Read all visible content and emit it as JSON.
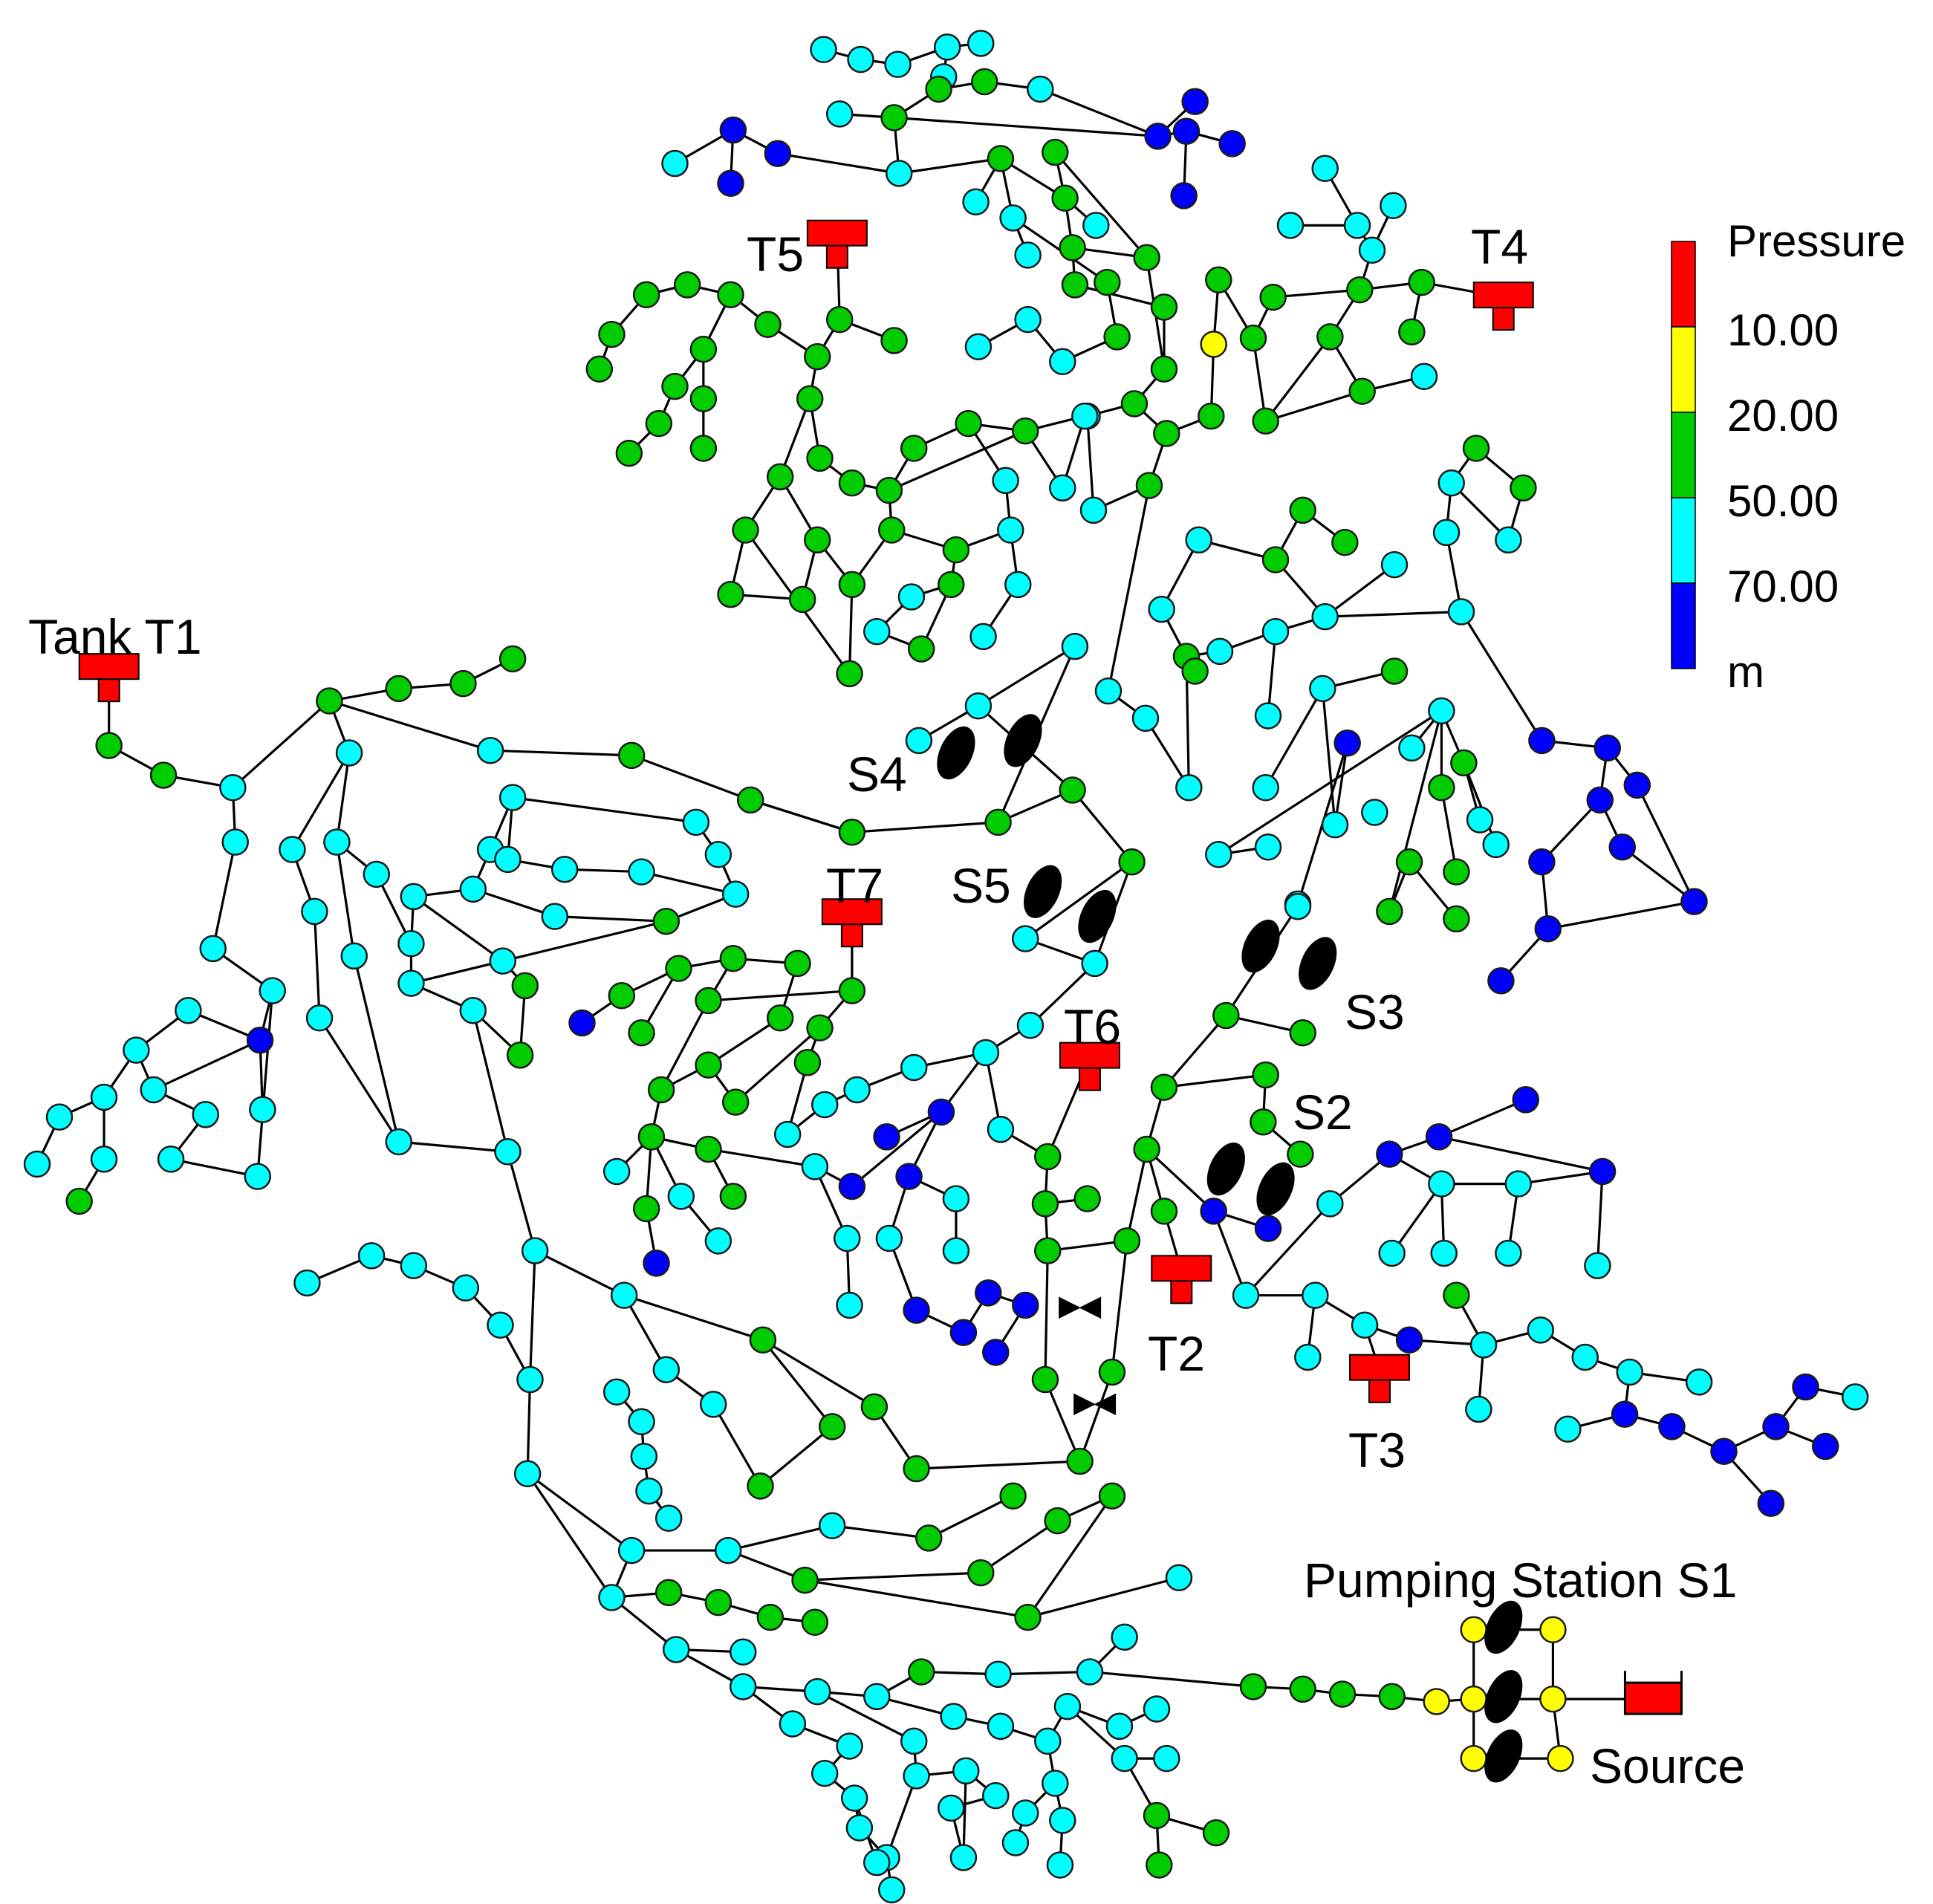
{
  "legend": {
    "title": "Pressure",
    "ticks": [
      "10.00",
      "20.00",
      "50.00",
      "70.00"
    ],
    "unit": "m",
    "colors": [
      "#ff0000",
      "#ffff00",
      "#00cc00",
      "#00ffff",
      "#0000ff"
    ],
    "bands": [
      {
        "color": "#ff0000"
      },
      {
        "color": "#ffff00"
      },
      {
        "color": "#00cc00"
      },
      {
        "color": "#00ffff"
      },
      {
        "color": "#0000ff"
      }
    ]
  },
  "labels": {
    "tank_t1": "Tank T1",
    "t2": "T2",
    "t3": "T3",
    "t4": "T4",
    "t5": "T5",
    "t6": "T6",
    "t7": "T7",
    "s2": "S2",
    "s3": "S3",
    "s4": "S4",
    "s5": "S5",
    "pumping_station": "Pumping Station S1",
    "source": "Source"
  },
  "node_colors": {
    "blue": "#0000ff",
    "cyan": "#00ffff",
    "green": "#00cc00",
    "yellow": "#ffff00",
    "tank": "#ff0000",
    "pump": "#000000"
  }
}
